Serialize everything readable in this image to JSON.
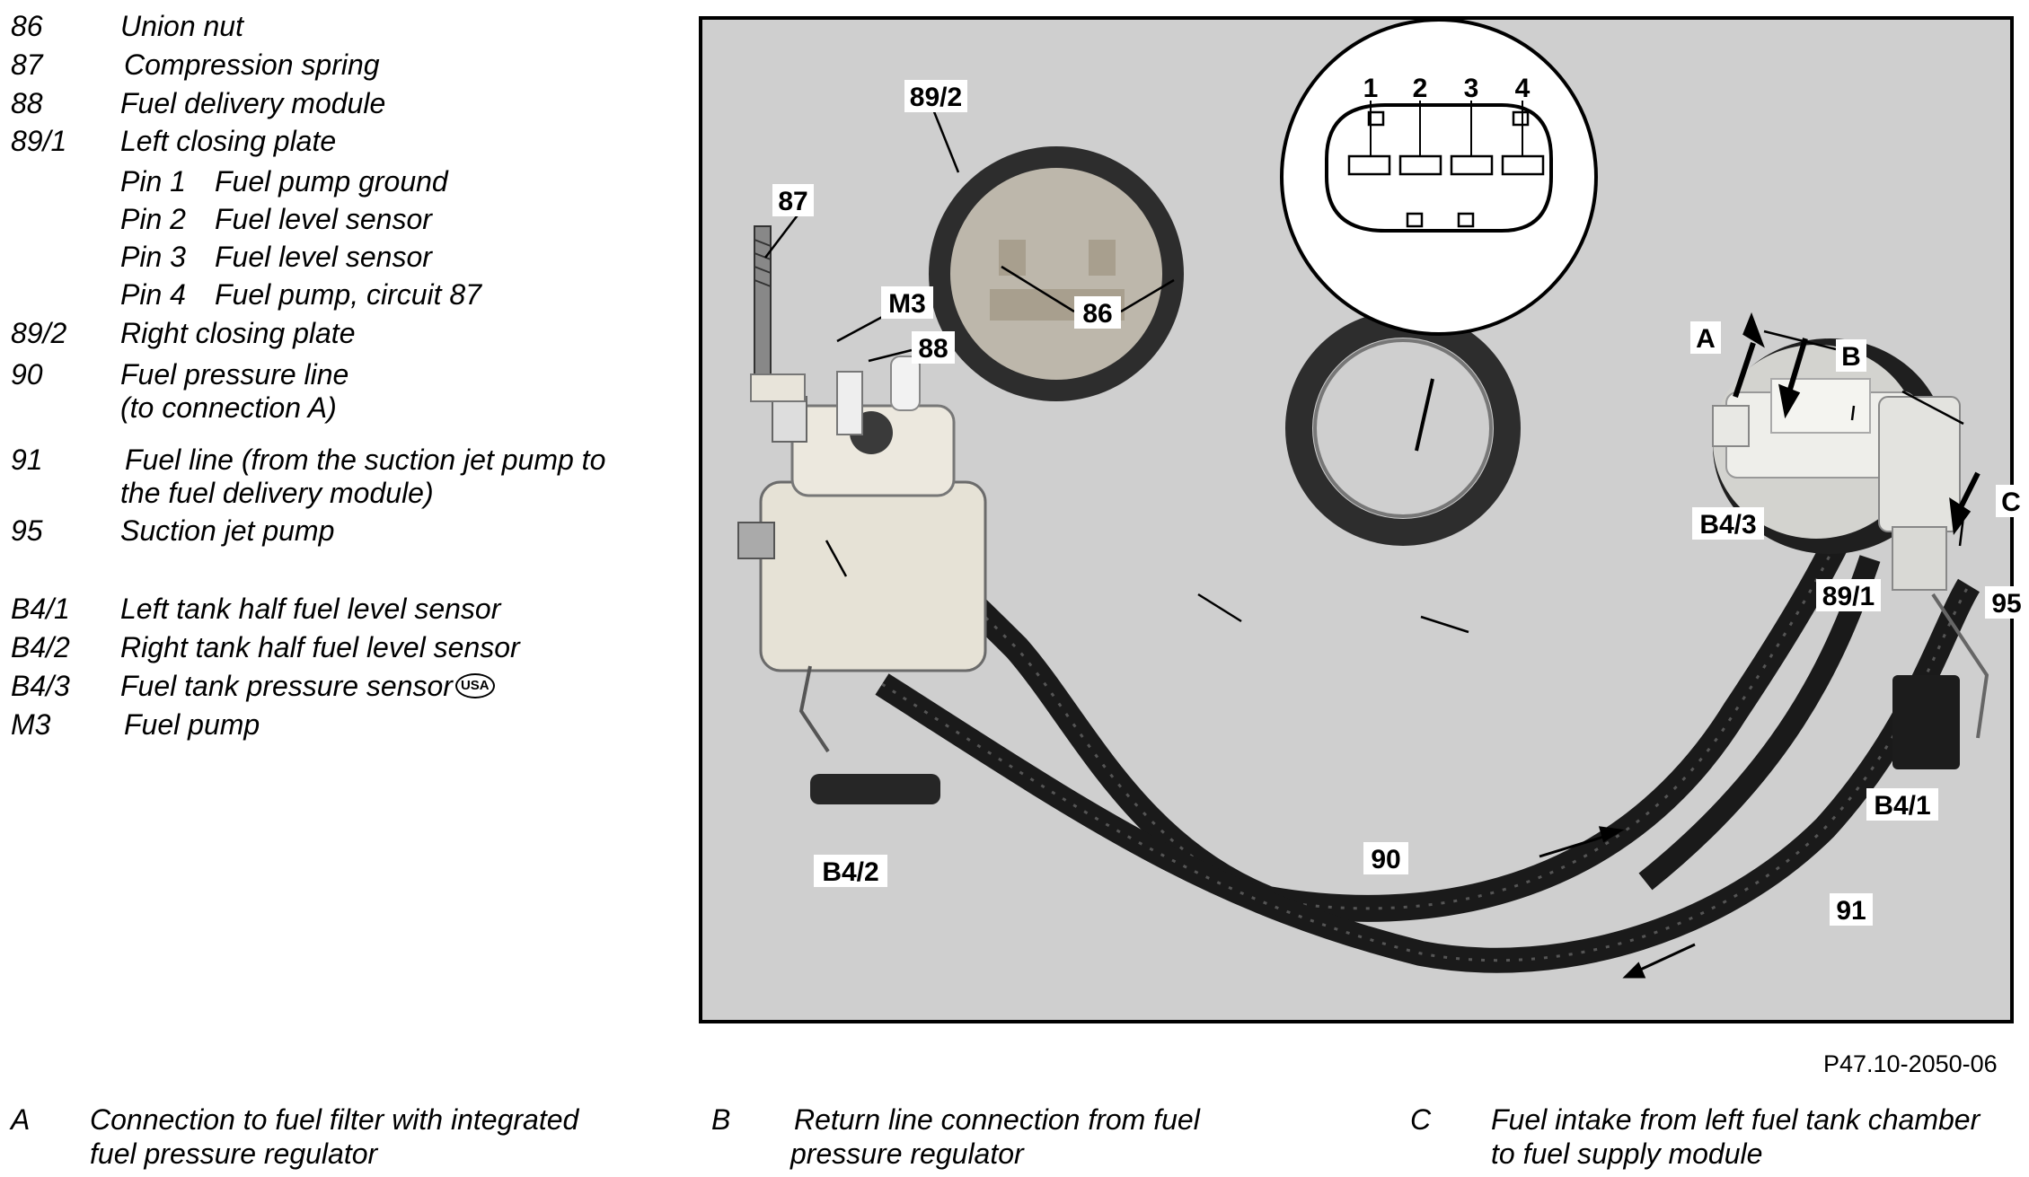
{
  "legend": [
    {
      "code": "86",
      "text": "Union nut"
    },
    {
      "code": "87",
      "text": "Compression spring"
    },
    {
      "code": "88",
      "text": "Fuel delivery module"
    },
    {
      "code": "89/1",
      "text": "Left closing plate"
    },
    {
      "code": "89/2",
      "text": "Right closing plate"
    },
    {
      "code": "90",
      "text": "Fuel pressure line",
      "text2": "(to connection A)"
    },
    {
      "code": "91",
      "text": "Fuel line (from the suction jet pump to",
      "text2": "the fuel delivery module)"
    },
    {
      "code": "95",
      "text": "Suction jet pump"
    },
    {
      "code": "B4/1",
      "text": "Left tank half fuel level sensor"
    },
    {
      "code": "B4/2",
      "text": "Right tank half fuel level sensor"
    },
    {
      "code": "B4/3",
      "text": "Fuel tank pressure sensor",
      "badge": "USA"
    },
    {
      "code": "M3",
      "text": "Fuel pump"
    }
  ],
  "pins": [
    {
      "pin": "Pin 1",
      "text": "Fuel pump ground"
    },
    {
      "pin": "Pin 2",
      "text": "Fuel level sensor"
    },
    {
      "pin": "Pin 3",
      "text": "Fuel level sensor"
    },
    {
      "pin": "Pin 4",
      "text": "Fuel pump, circuit 87"
    }
  ],
  "callouts": {
    "c87": "87",
    "c89_2": "89/2",
    "cM3": "M3",
    "c88": "88",
    "c86": "86",
    "cA": "A",
    "cB": "B",
    "cC": "C",
    "cB4_3": "B4/3",
    "c89_1": "89/1",
    "c95": "95",
    "cB4_1": "B4/1",
    "cB4_2": "B4/2",
    "c90": "90",
    "c91": "91",
    "pin1": "1",
    "pin2": "2",
    "pin3": "3",
    "pin4": "4"
  },
  "reference_code": "P47.10-2050-06",
  "notes": [
    {
      "letter": "A",
      "line1": "Connection to fuel filter with integrated",
      "line2": "fuel pressure regulator"
    },
    {
      "letter": "B",
      "line1": "Return line connection from fuel",
      "line2": "pressure regulator"
    },
    {
      "letter": "C",
      "line1": "Fuel intake from left fuel tank chamber",
      "line2": "to fuel supply module"
    }
  ]
}
